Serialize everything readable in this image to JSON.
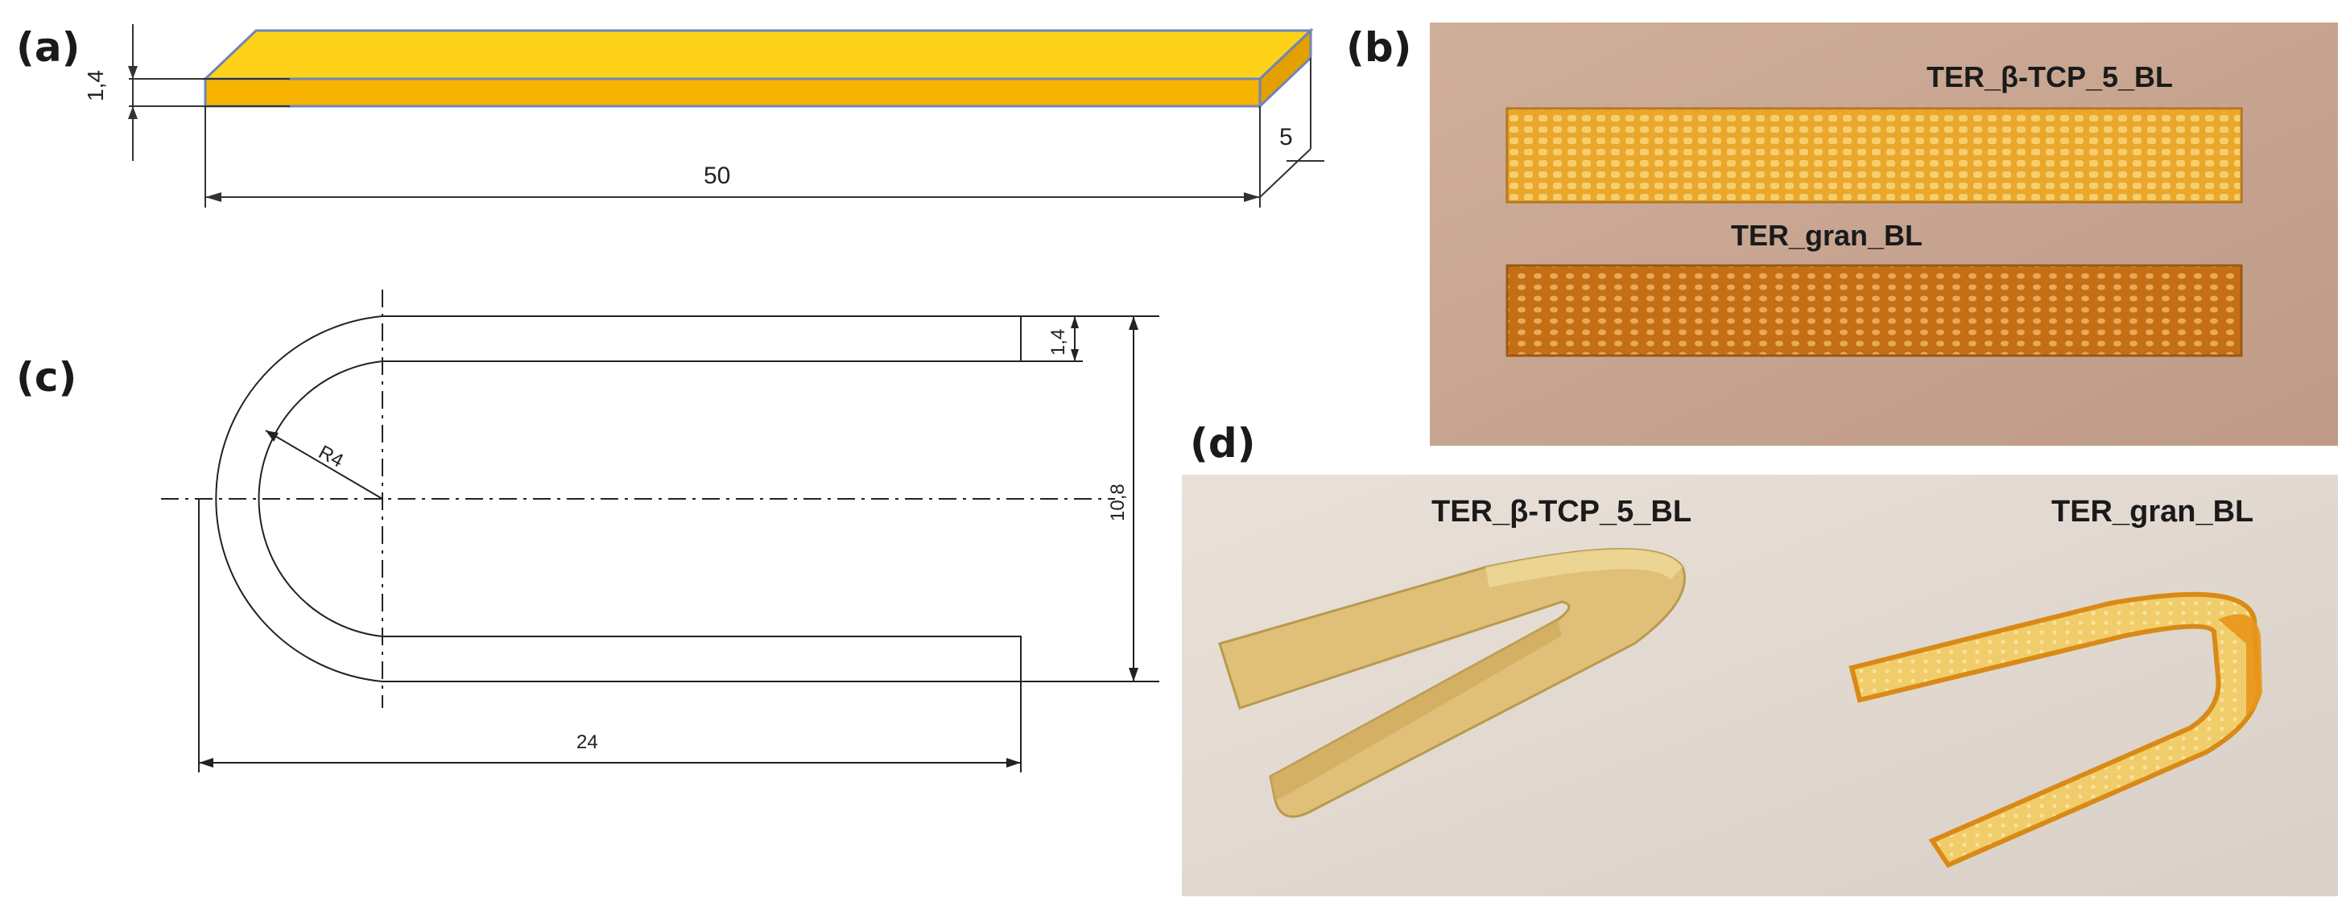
{
  "panels": {
    "a": {
      "label": "(a)",
      "dim_thickness": "1,4",
      "dim_length": "50",
      "dim_width": "5"
    },
    "b": {
      "label": "(b)",
      "strip_top": "TER_β-TCP_5_BL",
      "strip_bottom": "TER_gran_BL"
    },
    "c": {
      "label": "(c)",
      "dim_thickness": "1,4",
      "dim_radius": "R4",
      "dim_height": "10,8",
      "dim_length": "24"
    },
    "d": {
      "label": "(d)",
      "sample_left": "TER_β-TCP_5_BL",
      "sample_right": "TER_gran_BL"
    }
  },
  "colors": {
    "strip_top_face": "#ffd21a",
    "strip_front_face": "#f7b500",
    "strip_outline": "#6d86b8",
    "photo_b_bg": "#c9a896",
    "photo_d_bg": "#ece6df",
    "amber": "#e19a1f",
    "beige": "#e2c47a"
  }
}
